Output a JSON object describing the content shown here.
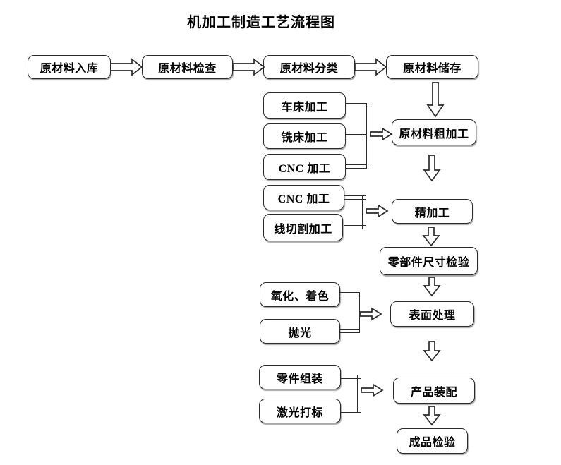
{
  "title": "机加工制造工艺流程图",
  "top_row": [
    {
      "label": "原材料入库"
    },
    {
      "label": "原材料检查"
    },
    {
      "label": "原材料分类"
    },
    {
      "label": "原材料储存"
    }
  ],
  "main_column": [
    {
      "label": "原材料粗加工"
    },
    {
      "label": "精加工"
    },
    {
      "label": "零部件尺寸检验"
    },
    {
      "label": "表面处理"
    },
    {
      "label": "产品装配"
    },
    {
      "label": "成品检验"
    }
  ],
  "groups": [
    {
      "target": "原材料粗加工",
      "inputs": [
        {
          "label": "车床加工"
        },
        {
          "label": "铣床加工"
        },
        {
          "label": "CNC 加工"
        }
      ]
    },
    {
      "target": "精加工",
      "inputs": [
        {
          "label": "CNC 加工"
        },
        {
          "label": "线切割加工"
        }
      ]
    },
    {
      "target": "表面处理",
      "inputs": [
        {
          "label": "氧化、着色"
        },
        {
          "label": "抛光"
        }
      ]
    },
    {
      "target": "产品装配",
      "inputs": [
        {
          "label": "零件组装"
        },
        {
          "label": "激光打标"
        }
      ]
    }
  ],
  "colors": {
    "line": "#2b2b2b",
    "fill": "#ffffff",
    "text": "#000000"
  }
}
